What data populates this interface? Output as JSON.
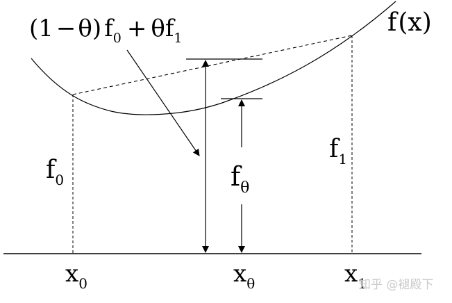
{
  "diagram": {
    "formula_label": {
      "open_paren": "(1",
      "minus": "−",
      "theta": "θ",
      "close_paren": ")",
      "f": "f",
      "sub0": "0",
      "plus": "+",
      "theta2": "θ",
      "f2": "f",
      "sub1": "1"
    },
    "curve_label": {
      "f": "f",
      "open": "(",
      "x": "x",
      "close": ")"
    },
    "f0_label": {
      "f": "f",
      "sub": "0"
    },
    "f1_label": {
      "f": "f",
      "sub": "1"
    },
    "ftheta_label": {
      "f": "f",
      "sub": "θ"
    },
    "axis_labels": {
      "x0": {
        "x": "x",
        "sub": "0"
      },
      "xtheta": {
        "x": "x",
        "sub": "θ"
      },
      "x1": {
        "x": "x",
        "sub": "1"
      }
    },
    "watermark": "知乎 @褪殿下"
  },
  "colors": {
    "ink": "#000000",
    "watermark": "#c9c9c9",
    "background": "#ffffff"
  }
}
